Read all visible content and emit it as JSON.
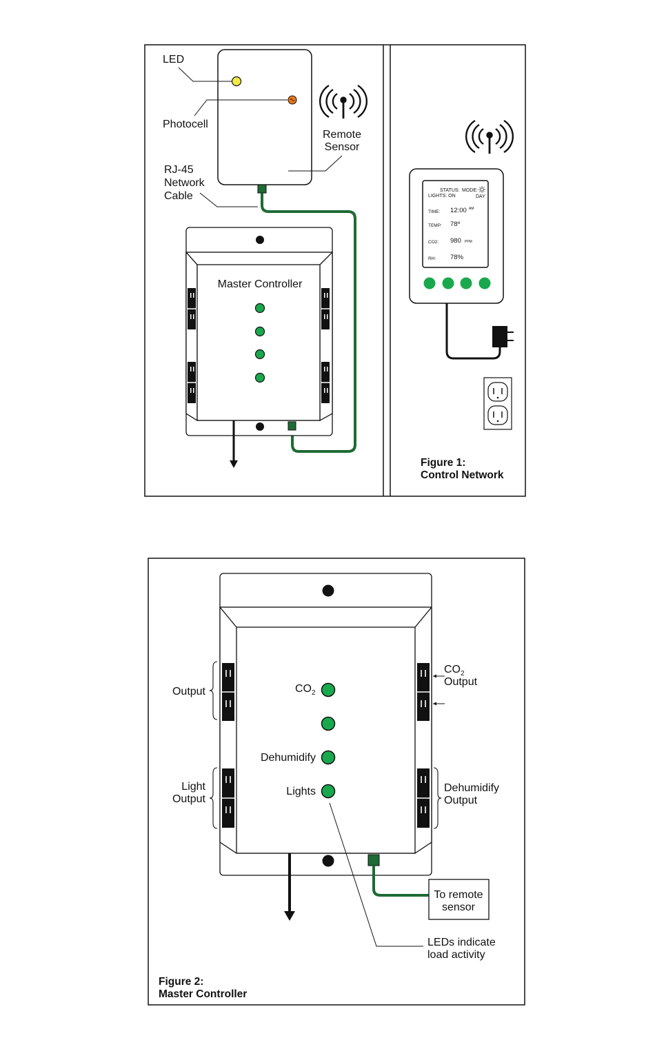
{
  "figure1": {
    "caption_line1": "Figure 1:",
    "caption_line2": "Control Network",
    "labels": {
      "led": "LED",
      "photocell": "Photocell",
      "rj45_line1": "RJ-45",
      "rj45_line2": "Network",
      "rj45_line3": "Cable",
      "remote_line1": "Remote",
      "remote_line2": "Sensor",
      "master_controller": "Master Controller"
    },
    "display": {
      "status_label": "STATUS:",
      "lights_status": "LIGHTS: ON",
      "mode_label": "MODE:",
      "mode_value": "DAY",
      "time_label": "TIME:",
      "time_value": "12:00",
      "time_suffix": "AM",
      "temp_label": "TEMP:",
      "temp_value": "78º",
      "co2_label": "CO2:",
      "co2_value": "980",
      "co2_unit": "PPM",
      "rh_label": "RH:",
      "rh_value": "78%"
    }
  },
  "figure2": {
    "caption_line1": "Figure 2:",
    "caption_line2": "Master Controller",
    "labels": {
      "output": "Output",
      "light_output_line1": "Light",
      "light_output_line2": "Output",
      "co2_output_co": "CO",
      "co2_output_sub": "2",
      "co2_output_line2": "Output",
      "dehumidify_output_line1": "Dehumidify",
      "dehumidify_output_line2": "Output",
      "led_co2_co": "CO",
      "led_co2_sub": "2",
      "led_dehumidify": "Dehumidify",
      "led_lights": "Lights",
      "to_remote_line1": "To remote",
      "to_remote_line2": "sensor",
      "leds_line1": "LEDs indicate",
      "leds_line2": "load activity"
    }
  },
  "colors": {
    "led_green": "#1aa84c",
    "led_yellow": "#f3e84a",
    "photocell_orange": "#e8781e",
    "cable_green": "#1e6b34",
    "line": "#111111"
  }
}
